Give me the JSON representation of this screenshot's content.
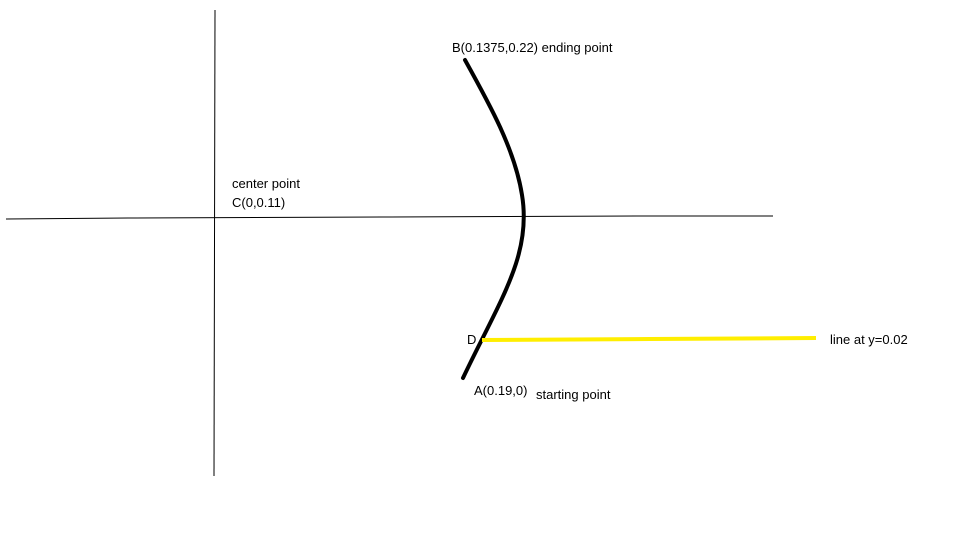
{
  "labels": {
    "center_line1": "center point",
    "center_line2": "C(0,0.11)",
    "point_b": "B(0.1375,0.22)",
    "point_b_desc": "ending point",
    "point_d": "D",
    "point_a": "A(0.19,0)",
    "point_a_desc": "starting point",
    "yellow_line": "line at y=0.02"
  },
  "colors": {
    "axis": "#000000",
    "curve": "#000000",
    "highlight": "#ffee00",
    "text": "#000000"
  }
}
